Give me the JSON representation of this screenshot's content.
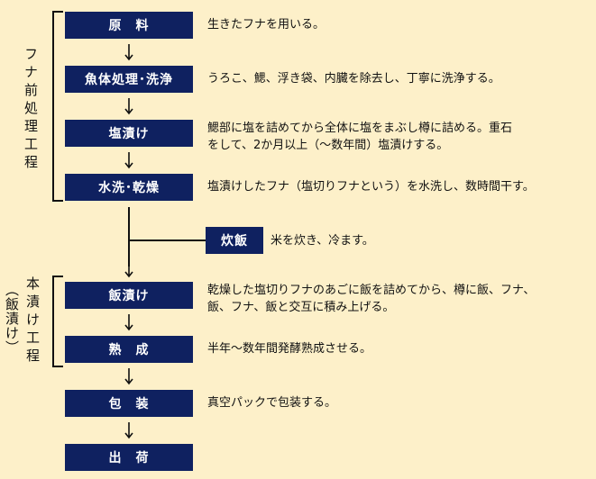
{
  "side_labels": {
    "pre": "フナ前処理工程",
    "main": "本漬け工程",
    "main_sub": "（飯漬け）"
  },
  "steps": [
    {
      "label": "原　料",
      "desc": "生きたフナを用いる。"
    },
    {
      "label": "魚体処理･洗浄",
      "desc": "うろこ、鰓、浮き袋、内臓を除去し、丁寧に洗浄する。"
    },
    {
      "label": "塩漬け",
      "desc": "鰓部に塩を詰めてから全体に塩をまぶし樽に詰める。重石\nをして、2か月以上（～数年間）塩漬けする。"
    },
    {
      "label": "水洗･乾燥",
      "desc": "塩漬けしたフナ（塩切りフナという）を水洗し、数時間干す。"
    },
    {
      "label": "飯漬け",
      "desc": "乾燥した塩切りフナのあごに飯を詰めてから、樽に飯、フナ、\n飯、フナ、飯と交互に積み上げる。"
    },
    {
      "label": "熟　成",
      "desc": "半年～数年間発酵熟成させる。"
    },
    {
      "label": "包　装",
      "desc": "真空パックで包装する。"
    },
    {
      "label": "出　荷",
      "desc": ""
    }
  ],
  "side_step": {
    "label": "炊飯",
    "desc": "米を炊き、冷ます。"
  }
}
